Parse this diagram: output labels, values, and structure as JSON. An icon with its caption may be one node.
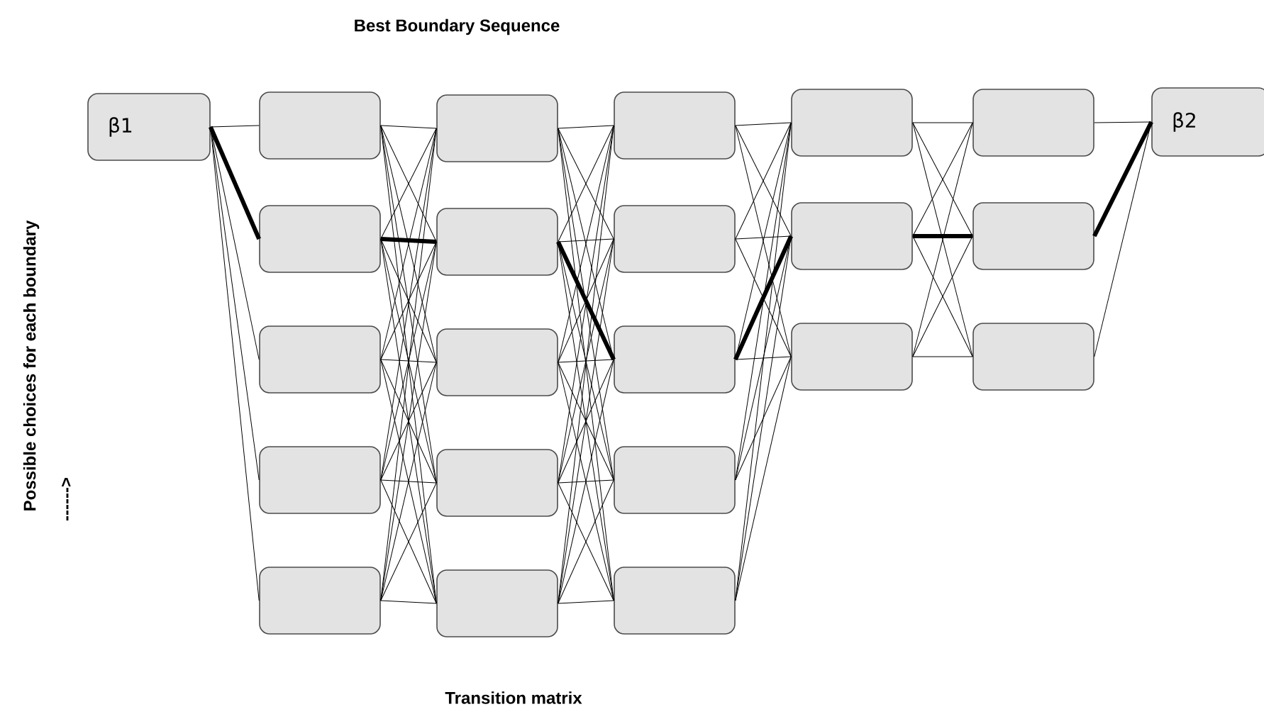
{
  "diagram": {
    "title": "Best Boundary Sequence",
    "caption": "Transition matrix",
    "nodes": [
      {
        "text": [
          "β1"
        ]
      },
      {
        "text": [],
        "shape": "box"
      },
      {
        "text": [],
        "shape": "box"
      },
      {
        "text": [],
        "shape": "box"
      },
      {
        "text": [],
        "shape": "box"
      },
      {
        "text": [],
        "shape": "box"
      },
      {
        "text": [],
        "shape": "box"
      },
      {
        "text": [],
        "shape": "box"
      },
      {
        "text": [],
        "shape": "box"
      },
      {
        "text": [],
        "shape": "box"
      },
      {
        "text": [],
        "shape": "box"
      },
      {
        "text": [],
        "shape": "box"
      },
      {
        "text": [],
        "shape": "box"
      },
      {
        "text": [],
        "shape": "box"
      },
      {
        "text": [],
        "shape": "box"
      },
      {
        "text": [],
        "shape": "box"
      },
      {
        "text": [],
        "shape": "box"
      },
      {
        "text": [],
        "shape": "box"
      },
      {
        "text": [],
        "shape": "box"
      },
      {
        "text": [],
        "shape": "box"
      },
      {
        "text": [],
        "shape": "box"
      },
      {
        "text": [],
        "shape": "box"
      },
      {
        "text": [
          "β2"
        ]
      }
    ],
    "edges": [
      {
        "from": 0,
        "to": 1,
        "arrow": "none"
      },
      {
        "from": 0,
        "to": 2,
        "arrow": "none",
        "style": "thick"
      },
      {
        "from": 0,
        "to": 3,
        "arrow": "none"
      },
      {
        "from": 0,
        "to": 4,
        "arrow": "none"
      },
      {
        "from": 0,
        "to": 5,
        "arrow": "none"
      },
      {
        "from": 1,
        "to": 6,
        "arrow": "none"
      },
      {
        "from": 1,
        "to": 7,
        "arrow": "none"
      },
      {
        "from": 1,
        "to": 8,
        "arrow": "none"
      },
      {
        "from": 1,
        "to": 9,
        "arrow": "none"
      },
      {
        "from": 1,
        "to": 10,
        "arrow": "none"
      },
      {
        "from": 2,
        "to": 6,
        "arrow": "none"
      },
      {
        "from": 2,
        "to": 7,
        "arrow": "none",
        "style": "thick"
      },
      {
        "from": 2,
        "to": 8,
        "arrow": "none"
      },
      {
        "from": 2,
        "to": 9,
        "arrow": "none"
      },
      {
        "from": 2,
        "to": 10,
        "arrow": "none"
      },
      {
        "from": 3,
        "to": 6,
        "arrow": "none"
      },
      {
        "from": 3,
        "to": 7,
        "arrow": "none"
      },
      {
        "from": 3,
        "to": 8,
        "arrow": "none"
      },
      {
        "from": 3,
        "to": 9,
        "arrow": "none"
      },
      {
        "from": 3,
        "to": 10,
        "arrow": "none"
      },
      {
        "from": 4,
        "to": 6,
        "arrow": "none"
      },
      {
        "from": 4,
        "to": 7,
        "arrow": "none"
      },
      {
        "from": 4,
        "to": 8,
        "arrow": "none"
      },
      {
        "from": 4,
        "to": 9,
        "arrow": "none"
      },
      {
        "from": 4,
        "to": 10,
        "arrow": "none"
      },
      {
        "from": 5,
        "to": 6,
        "arrow": "none"
      },
      {
        "from": 5,
        "to": 7,
        "arrow": "none"
      },
      {
        "from": 5,
        "to": 8,
        "arrow": "none"
      },
      {
        "from": 5,
        "to": 9,
        "arrow": "none"
      },
      {
        "from": 5,
        "to": 10,
        "arrow": "none"
      },
      {
        "from": 6,
        "to": 11,
        "arrow": "none"
      },
      {
        "from": 6,
        "to": 12,
        "arrow": "none"
      },
      {
        "from": 6,
        "to": 13,
        "arrow": "none"
      },
      {
        "from": 6,
        "to": 14,
        "arrow": "none"
      },
      {
        "from": 6,
        "to": 15,
        "arrow": "none"
      },
      {
        "from": 7,
        "to": 11,
        "arrow": "none"
      },
      {
        "from": 7,
        "to": 12,
        "arrow": "none"
      },
      {
        "from": 7,
        "to": 13,
        "arrow": "none",
        "style": "thick"
      },
      {
        "from": 7,
        "to": 14,
        "arrow": "none"
      },
      {
        "from": 7,
        "to": 15,
        "arrow": "none"
      },
      {
        "from": 8,
        "to": 11,
        "arrow": "none"
      },
      {
        "from": 8,
        "to": 12,
        "arrow": "none"
      },
      {
        "from": 8,
        "to": 13,
        "arrow": "none"
      },
      {
        "from": 8,
        "to": 14,
        "arrow": "none"
      },
      {
        "from": 8,
        "to": 15,
        "arrow": "none"
      },
      {
        "from": 9,
        "to": 11,
        "arrow": "none"
      },
      {
        "from": 9,
        "to": 12,
        "arrow": "none"
      },
      {
        "from": 9,
        "to": 13,
        "arrow": "none"
      },
      {
        "from": 9,
        "to": 14,
        "arrow": "none"
      },
      {
        "from": 9,
        "to": 15,
        "arrow": "none"
      },
      {
        "from": 10,
        "to": 11,
        "arrow": "none"
      },
      {
        "from": 10,
        "to": 12,
        "arrow": "none"
      },
      {
        "from": 10,
        "to": 13,
        "arrow": "none"
      },
      {
        "from": 10,
        "to": 14,
        "arrow": "none"
      },
      {
        "from": 10,
        "to": 15,
        "arrow": "none"
      },
      {
        "from": 11,
        "to": 16,
        "arrow": "none"
      },
      {
        "from": 11,
        "to": 17,
        "arrow": "none"
      },
      {
        "from": 11,
        "to": 18,
        "arrow": "none"
      },
      {
        "from": 12,
        "to": 16,
        "arrow": "none"
      },
      {
        "from": 12,
        "to": 17,
        "arrow": "none"
      },
      {
        "from": 12,
        "to": 18,
        "arrow": "none"
      },
      {
        "from": 13,
        "to": 16,
        "arrow": "none"
      },
      {
        "from": 13,
        "to": 17,
        "arrow": "none",
        "style": "thick"
      },
      {
        "from": 13,
        "to": 18,
        "arrow": "none"
      },
      {
        "from": 14,
        "to": 16,
        "arrow": "none"
      },
      {
        "from": 14,
        "to": 17,
        "arrow": "none"
      },
      {
        "from": 14,
        "to": 18,
        "arrow": "none"
      },
      {
        "from": 15,
        "to": 16,
        "arrow": "none"
      },
      {
        "from": 15,
        "to": 17,
        "arrow": "none"
      },
      {
        "from": 15,
        "to": 18,
        "arrow": "none"
      },
      {
        "from": 16,
        "to": 19,
        "arrow": "none"
      },
      {
        "from": 16,
        "to": 20,
        "arrow": "none"
      },
      {
        "from": 16,
        "to": 21,
        "arrow": "none"
      },
      {
        "from": 17,
        "to": 19,
        "arrow": "none"
      },
      {
        "from": 17,
        "to": 20,
        "arrow": "none",
        "style": "thick"
      },
      {
        "from": 17,
        "to": 21,
        "arrow": "none"
      },
      {
        "from": 18,
        "to": 19,
        "arrow": "none"
      },
      {
        "from": 18,
        "to": 20,
        "arrow": "none"
      },
      {
        "from": 18,
        "to": 21,
        "arrow": "none"
      },
      {
        "from": 19,
        "to": 22,
        "arrow": "none"
      },
      {
        "from": 20,
        "to": 22,
        "arrow": "none",
        "style": "thick"
      },
      {
        "from": 21,
        "to": 22,
        "arrow": "none"
      }
    ],
    "labels": [
      "Possible choices for each boundary",
      "------>"
    ]
  }
}
